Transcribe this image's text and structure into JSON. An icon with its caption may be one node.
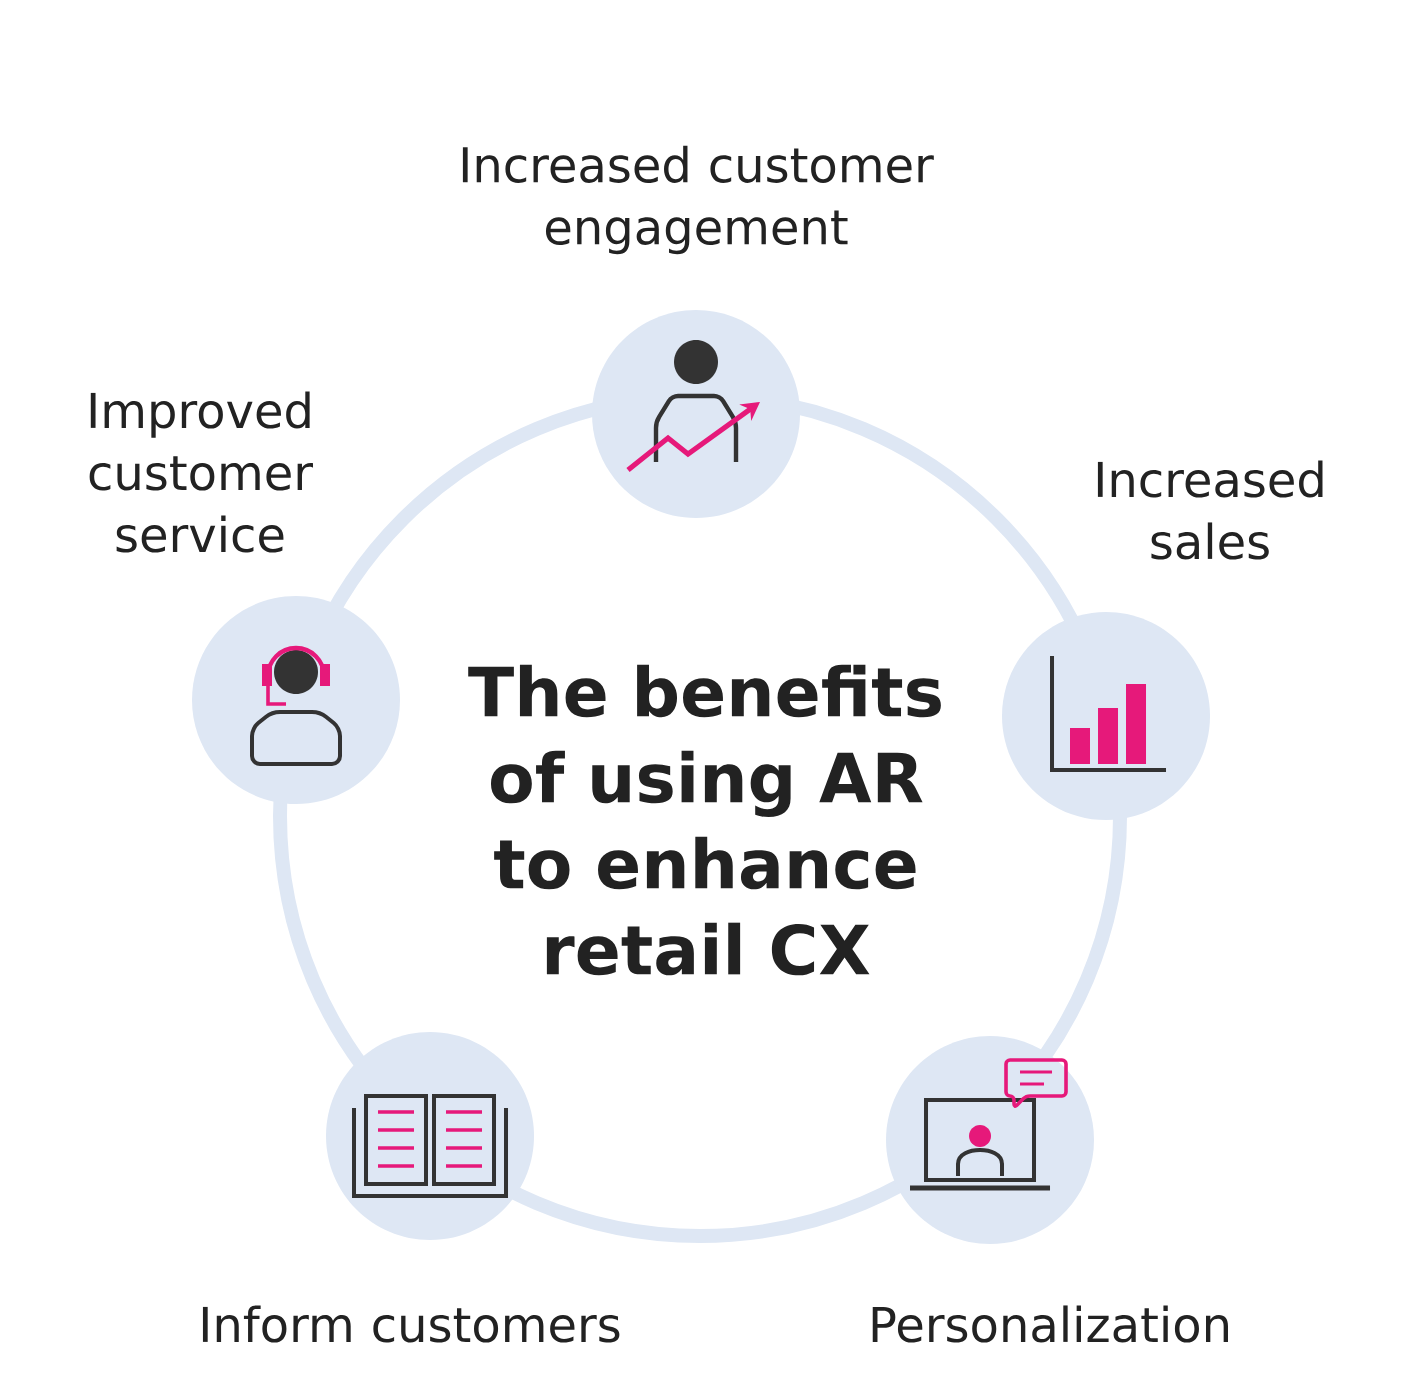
{
  "diagram": {
    "title": "The benefits of using AR to enhance retail CX",
    "nodes": [
      {
        "text": [],
        "shape": "circle",
        "beside": [
          "Increased customer engagement"
        ]
      },
      {
        "text": [],
        "shape": "circle",
        "beside": [
          "Increased sales"
        ]
      },
      {
        "text": [],
        "shape": "circle",
        "beside": [
          "Personalization"
        ]
      },
      {
        "text": [],
        "shape": "circle",
        "beside": [
          "Inform customers"
        ]
      },
      {
        "text": [],
        "shape": "circle",
        "beside": [
          "Improved customer service"
        ]
      }
    ]
  }
}
